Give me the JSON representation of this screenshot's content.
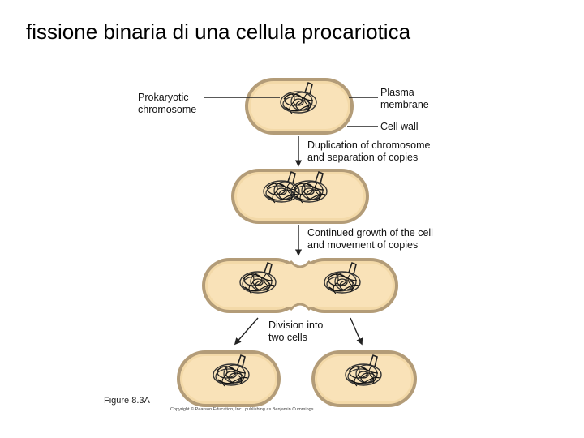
{
  "title": "fissione binaria di una cellula procariotica",
  "labels": {
    "prokaryotic_chromosome": [
      "Prokaryotic",
      "chromosome"
    ],
    "plasma_membrane": [
      "Plasma",
      "membrane"
    ],
    "cell_wall": "Cell wall",
    "step1": [
      "Duplication of chromosome",
      "and separation of copies"
    ],
    "step2": [
      "Continued growth of the cell",
      "and movement of copies"
    ],
    "step3": [
      "Division into",
      "two cells"
    ]
  },
  "figure_number": "Figure 8.3A",
  "copyright": "Copyright © Pearson Education, Inc., publishing as Benjamin Cummings.",
  "colors": {
    "cell_fill": "#f9e2b8",
    "cell_wall": "#b39c78",
    "membrane": "#f3d9a8",
    "chromosome": "#333333"
  }
}
